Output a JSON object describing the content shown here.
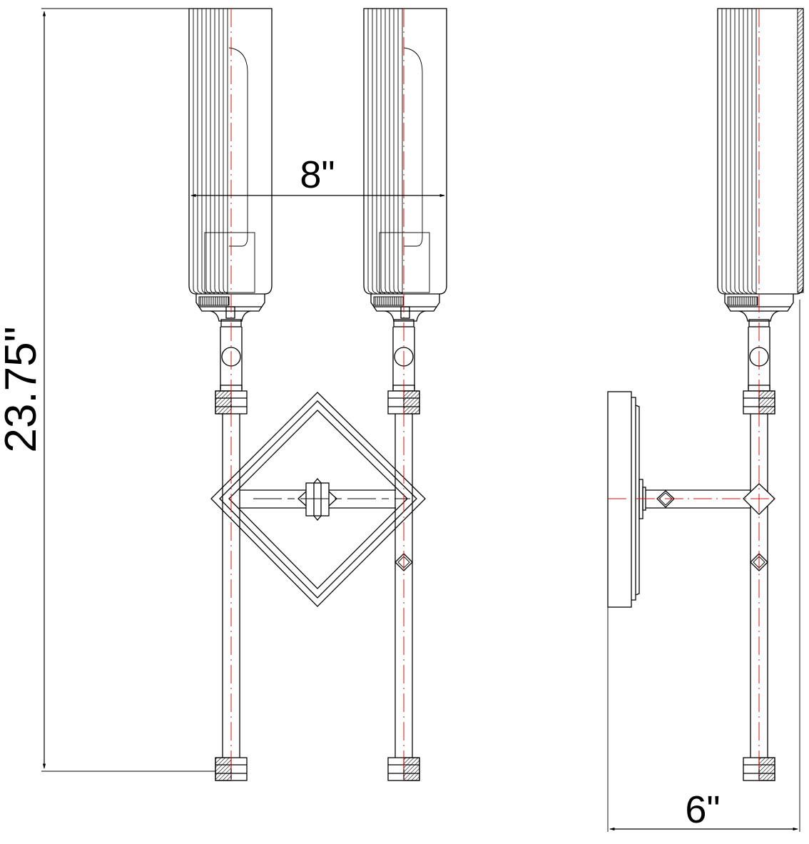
{
  "drawing": {
    "subject": "Two-light wall sconce technical drawing",
    "views": [
      {
        "name": "front-view",
        "lights": 2
      },
      {
        "name": "side-view",
        "lights": 1
      }
    ],
    "colors": {
      "outline": "#000000",
      "centerline": "#d01010",
      "background": "#ffffff"
    }
  },
  "dimensions": {
    "height": {
      "label": "23.75\"",
      "orientation": "vertical"
    },
    "width": {
      "label": "8\"",
      "orientation": "horizontal"
    },
    "extension": {
      "label": "6\"",
      "orientation": "horizontal"
    }
  }
}
